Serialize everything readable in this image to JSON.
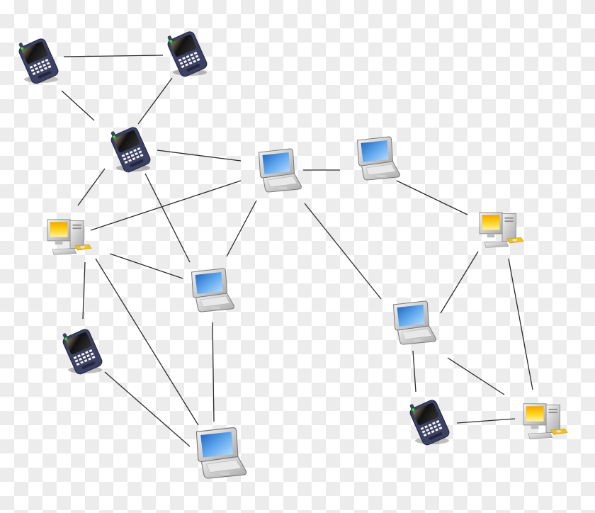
{
  "diagram": {
    "type": "network",
    "nodes": [
      {
        "icon": "smartphone-icon"
      },
      {
        "icon": "smartphone-icon"
      },
      {
        "icon": "smartphone-icon"
      },
      {
        "icon": "laptop-icon"
      },
      {
        "icon": "laptop-icon"
      },
      {
        "icon": "desktop-computer-icon"
      },
      {
        "icon": "laptop-icon"
      },
      {
        "icon": "desktop-computer-icon"
      },
      {
        "icon": "laptop-icon"
      },
      {
        "icon": "smartphone-icon"
      },
      {
        "icon": "laptop-icon"
      },
      {
        "icon": "smartphone-icon"
      },
      {
        "icon": "desktop-computer-icon"
      }
    ],
    "edges": [
      [
        0,
        1
      ],
      [
        0,
        2
      ],
      [
        1,
        2
      ],
      [
        2,
        3
      ],
      [
        2,
        5
      ],
      [
        2,
        6
      ],
      [
        5,
        3
      ],
      [
        3,
        6
      ],
      [
        3,
        4
      ],
      [
        3,
        8
      ],
      [
        4,
        7
      ],
      [
        5,
        6
      ],
      [
        5,
        9
      ],
      [
        5,
        10
      ],
      [
        6,
        10
      ],
      [
        9,
        10
      ],
      [
        7,
        8
      ],
      [
        7,
        12
      ],
      [
        8,
        11
      ],
      [
        8,
        12
      ],
      [
        11,
        12
      ]
    ],
    "colors": {
      "edge": "#2b2b2b",
      "laptop_screen": "#3a86d9",
      "desktop_screen": "#f5c400",
      "phone_body": "#3c4163"
    }
  }
}
